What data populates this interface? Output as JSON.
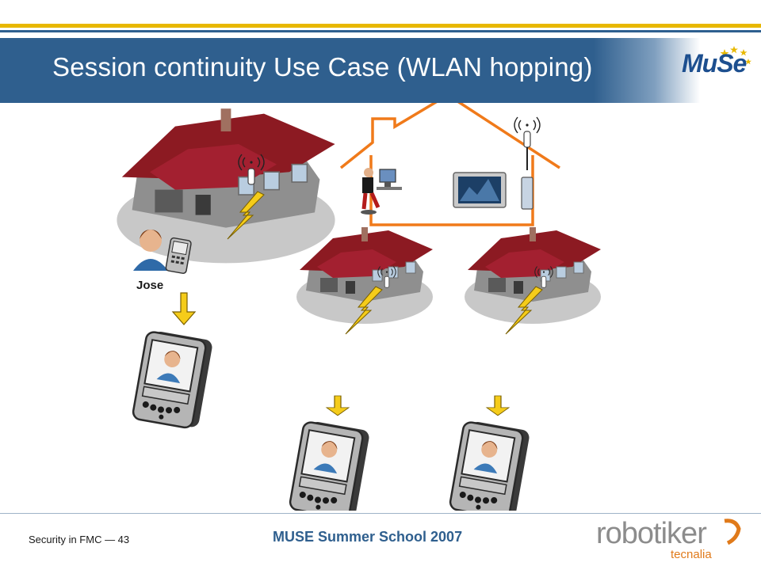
{
  "slide": {
    "title": "Session continuity Use Case (WLAN hopping)",
    "person_name": "Jose"
  },
  "footer": {
    "left": "Security in FMC — 43",
    "center": "MUSE Summer School 2007"
  },
  "logos": {
    "muse": "MuSe",
    "robotiker": "robotiker",
    "tecnalia": "tecnalia"
  },
  "colors": {
    "title_bar": "#2f5f8e",
    "house_outline": "#f07a1a",
    "arrow_yellow": "#f5cc1a",
    "roof_red": "#8c1a22"
  },
  "icons": [
    "house-icon",
    "house-outline-icon",
    "desktop-user-icon",
    "tv-icon",
    "access-point-icon",
    "wireless-link-icon",
    "pda-icon",
    "person-icon",
    "arrow-down-icon"
  ]
}
